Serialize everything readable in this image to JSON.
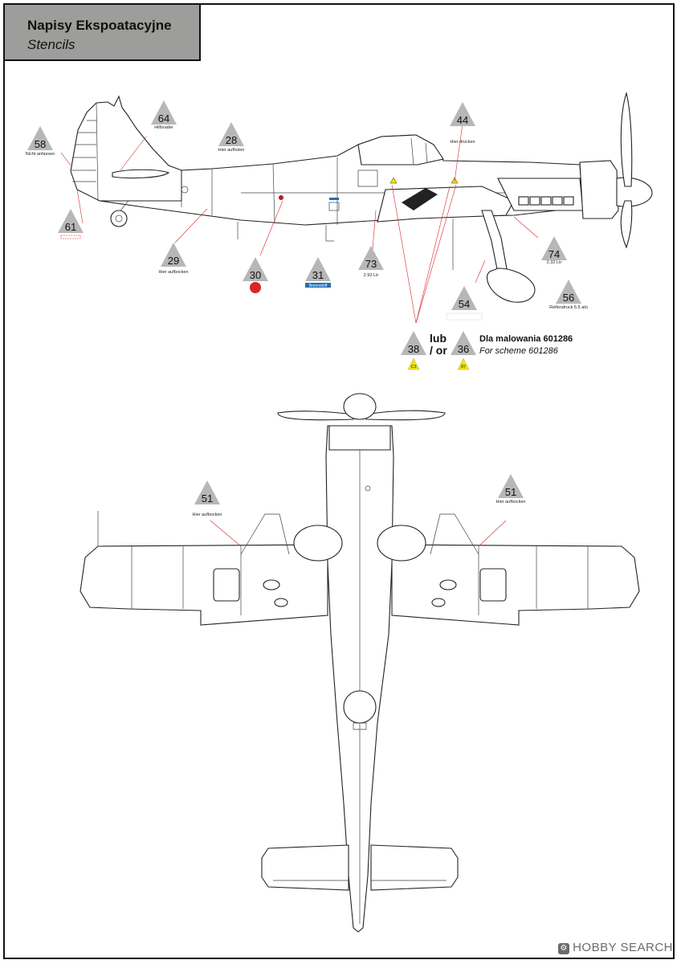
{
  "header": {
    "title": "Napisy Ekspoatacyjne",
    "subtitle": "Stencils"
  },
  "markers": [
    {
      "num": "58"
    },
    {
      "num": "64"
    },
    {
      "num": "28"
    },
    {
      "num": "44"
    },
    {
      "num": "61"
    },
    {
      "num": "29"
    },
    {
      "num": "30"
    },
    {
      "num": "31"
    },
    {
      "num": "73"
    },
    {
      "num": "74"
    },
    {
      "num": "54"
    },
    {
      "num": "56"
    },
    {
      "num": "38"
    },
    {
      "num": "36"
    },
    {
      "num": "51"
    },
    {
      "num": "51"
    }
  ],
  "labels": {
    "l28": "Hier aufholen",
    "l44": "Hier drücken",
    "l29": "Hier aufbocken",
    "l31": "Brennstoff",
    "l73": "2.92 Ltr",
    "l74": "2.32 Ltr",
    "l56": "Reifendruck 5.5 atü",
    "l51a": "Hier aufbocken",
    "l51b": "Hier aufbocken",
    "badge38": "C3",
    "badge36": "87"
  },
  "scheme": {
    "lub": "lub",
    "or": "/ or",
    "title": "Dla malowania 601286",
    "subtitle": "For scheme 601286"
  },
  "watermark": "HOBBY SEARCH",
  "colors": {
    "marker": "#b7b7b7",
    "stencil_red": "#d8262c",
    "stencil_blue": "#1f6fb5",
    "badge_yellow": "#f3e500",
    "title_bg": "#9d9d9b"
  }
}
